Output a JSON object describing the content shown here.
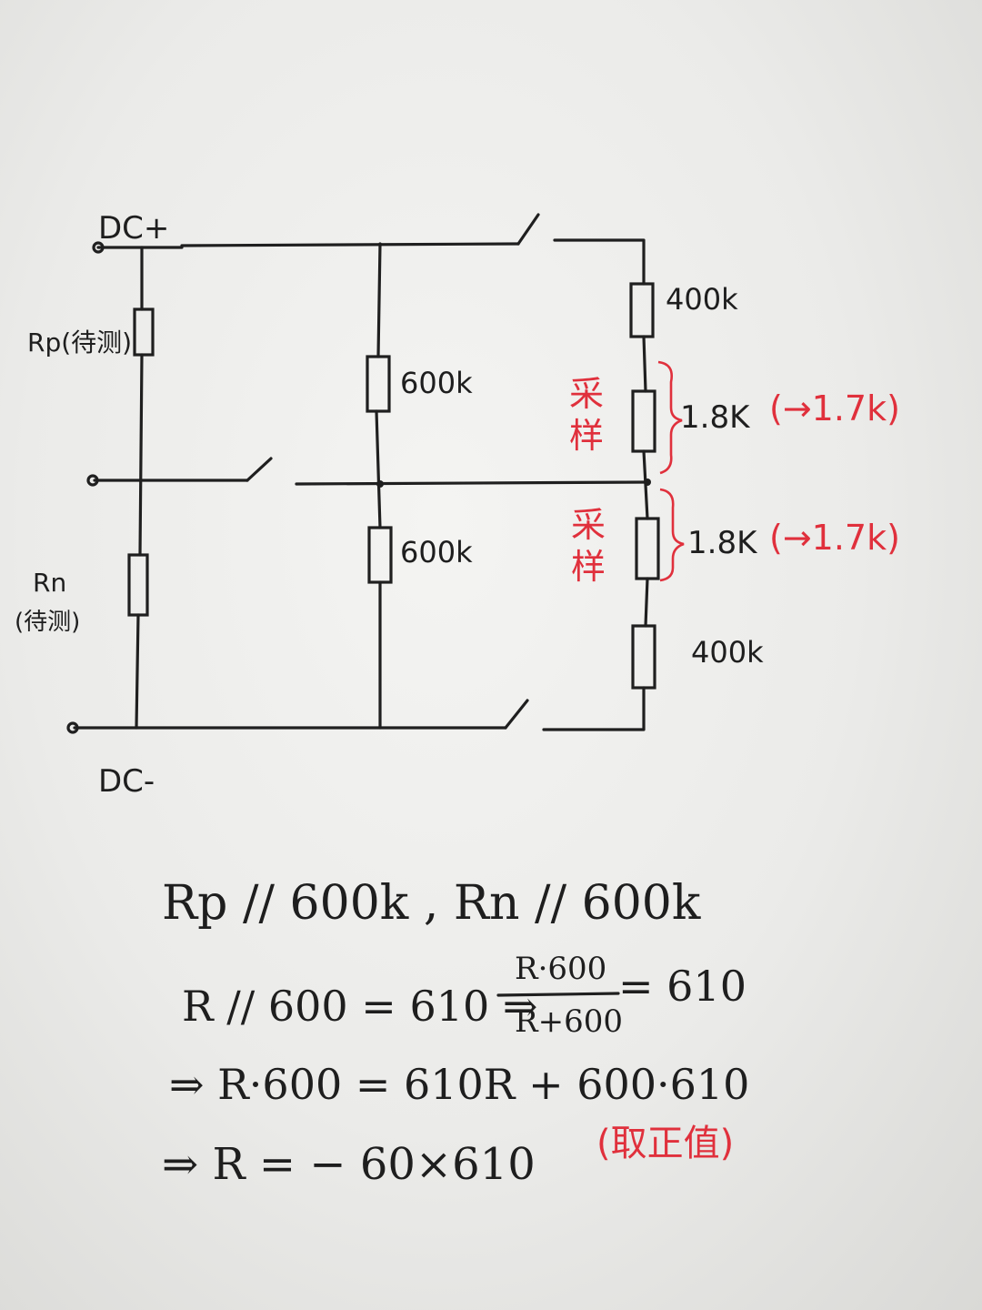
{
  "colors": {
    "ink": "#1e1e1e",
    "red_ink": "#e0303c",
    "paper": "#eeeeec"
  },
  "circuit": {
    "dc_plus": "DC+",
    "dc_minus": "DC-",
    "rp_label": "Rp(待测)",
    "rn_label": "Rn",
    "rn_sub": "(待测)",
    "r_mid_top": "600k",
    "r_mid_bottom": "600k",
    "r_right_top": "400k",
    "r_right_bottom": "400k",
    "r_sample_top": "1.8K",
    "r_sample_bottom": "1.8K",
    "note_top": "(→1.7k)",
    "note_bottom": "(→1.7k)",
    "sample_char1": "采",
    "sample_char2": "样"
  },
  "equations": {
    "line1": "Rp // 600k , Rn // 600k",
    "line2_left": "R // 600 = 610 ⇒",
    "line2_num": "R·600",
    "line2_den": "R+600",
    "line2_right": "= 610",
    "line3": "⇒ R·600 = 610R + 600·610",
    "line4": "⇒ R = − 60×610",
    "line4_note": "(取正值)"
  }
}
